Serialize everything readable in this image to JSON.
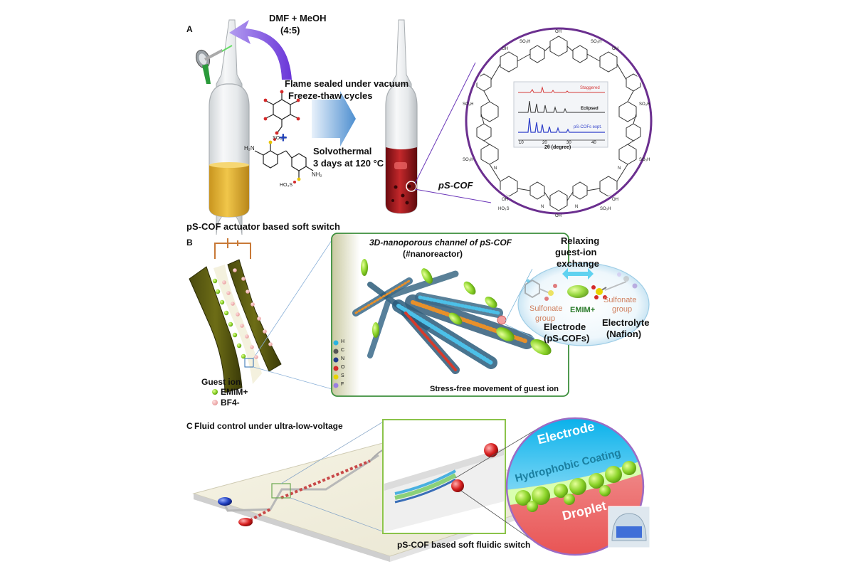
{
  "panel_a": {
    "label": "A",
    "solvent": "DMF + MeOH",
    "ratio": "(4:5)",
    "seal_line1": "Flame sealed under vacuum",
    "seal_line2": "Freeze-thaw cycles",
    "plus": "+",
    "solvo_line1": "Solvothermal",
    "solvo_line2": "3 days at 120 °C",
    "product_label": "pS-COF",
    "xrd": {
      "legend_staggered": "Staggered",
      "legend_eclipsed": "Eclipsed",
      "legend_expt": "pS-COFs expt.",
      "xlabel": "2θ (degree)",
      "ticks": [
        "10",
        "20",
        "30",
        "40"
      ]
    },
    "colors": {
      "staggered": "#d63a3a",
      "eclipsed": "#333333",
      "expt": "#2f3fc9"
    }
  },
  "panel_b": {
    "title": "pS-COF actuator based soft switch",
    "label": "B",
    "channel_title": "3D-nanoporous channel of pS-COF",
    "channel_subtitle": "(#nanoreactor)",
    "exchange_line1": "Relaxing",
    "exchange_line2": "guest-ion",
    "exchange_line3": "exchange",
    "sulfonate_left1": "Sulfonate",
    "sulfonate_left2": "group",
    "sulfonate_right1": "Sulfonate",
    "sulfonate_right2": "group",
    "emim_center": "EMIM+",
    "electrode_line1": "Electrode",
    "electrode_line2": "(pS-COFs)",
    "electrolyte_line1": "Electrolyte",
    "electrolyte_line2": "(Nafion)",
    "stress_free": "Stress-free movement of guest ion",
    "guest_title": "Guest ion",
    "guest_emim": "EMIM+",
    "guest_bf4": "BF4-",
    "element_legend": [
      "H",
      "C",
      "N",
      "O",
      "S",
      "F"
    ],
    "element_colors": [
      "#2bb3e0",
      "#555555",
      "#223a8a",
      "#d42a2a",
      "#e8d400",
      "#9a7fe0"
    ]
  },
  "panel_c": {
    "label": "C",
    "title": "Fluid control under ultra-low-voltage",
    "zoom_electrode": "Electrode",
    "zoom_coating": "Hydrophobic Coating",
    "zoom_droplet": "Droplet",
    "caption": "pS-COF based soft fluidic switch"
  }
}
